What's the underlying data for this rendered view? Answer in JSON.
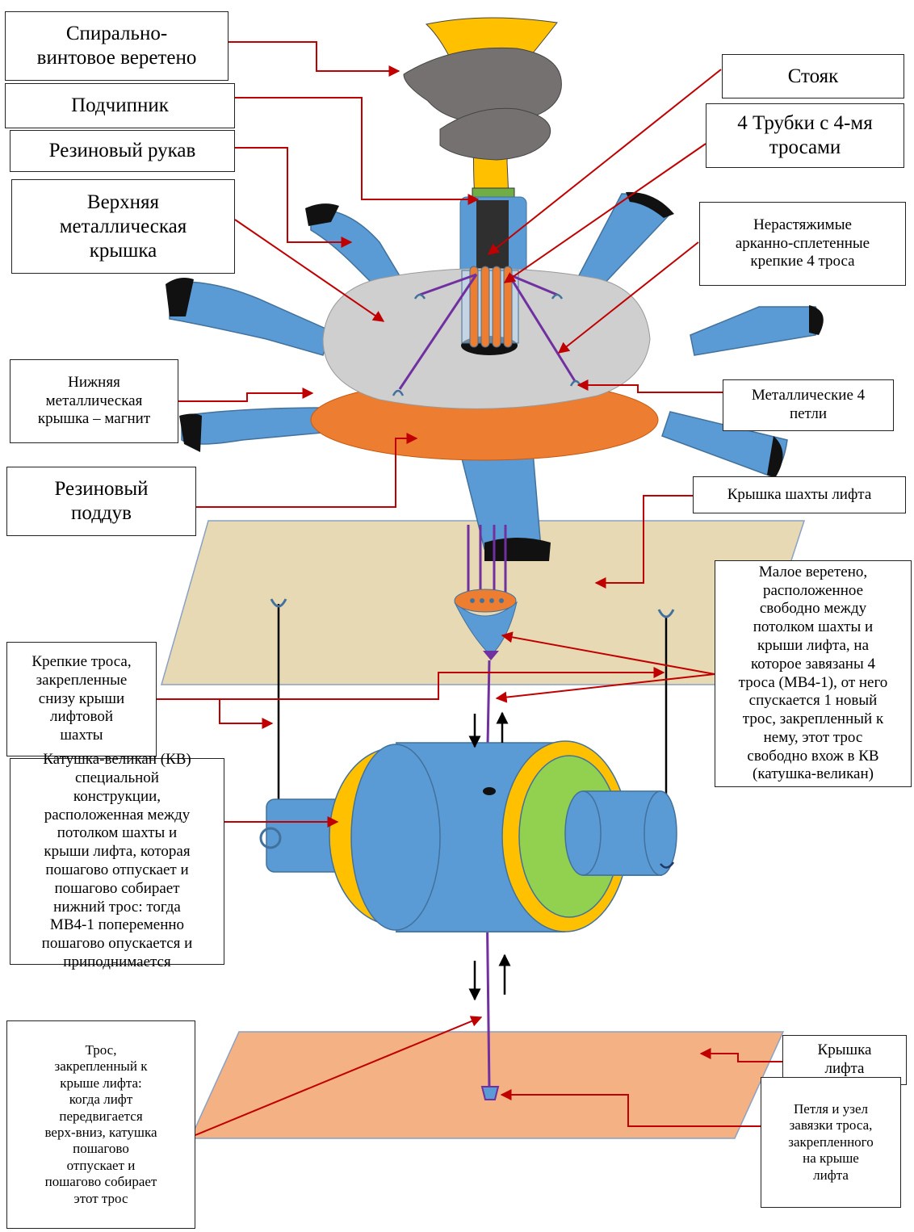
{
  "colors": {
    "annotation_arrow": "#c00000",
    "blue_part": "#5b9bd5",
    "orange_part": "#ed7d31",
    "yellow_part": "#ffc000",
    "green_part": "#92d050",
    "gray_part": "#767171",
    "purple_rope": "#7030a0",
    "lid_gray": "#d0cfcf",
    "shaft_cover": "#e8d9b5",
    "elevator_cover": "#f4b183"
  },
  "labels": {
    "spiral_spindle": "Спирально-\nвинтовое веретено",
    "bearing": "Подчипник",
    "rubber_sleeve": "Резиновый рукав",
    "upper_metal_lid": "Верхняя\nметаллическая\nкрышка",
    "riser": "Стояк",
    "tubes": "4 Трубки с 4-мя\nтросами",
    "ropes": "Нерастяжимые\nарканно-сплетенные\nкрепкие 4 троса",
    "lower_lid_magnet": "Нижняя\nметаллическая\nкрышка – магнит",
    "metal_loops": "Металлические 4\nпетли",
    "rubber_inflation": "Резиновый\nподдув",
    "shaft_cover": "Крышка шахты лифта",
    "strong_ropes": "Крепкие троса,\nзакрепленные\nснизу крыши\nлифтовой\nшахты",
    "small_spindle": "Малое веретено,\nрасположенное\nсвободно между\nпотолком шахты и\nкрыши лифта, на\nкоторое завязаны 4\nтроса (МВ4-1), от него\nспускается 1 новый\nтрос, закрепленный к\nнему, этот трос\nсвободно вхож в КВ\n(катушка-великан)",
    "giant_coil": "Катушка-великан (КВ)\nспециальной\nконструкции,\nрасположенная между\nпотолком шахты и\nкрыши лифта, которая\nпошагово отпускает и\nпошагово собирает\nнижний трос: тогда\nМВ4-1 попеременно\nпошагово опускается и\nприподнимается",
    "elevator_cover": "Крышка\nлифта",
    "rope_to_elevator": "Трос,\nзакрепленный к\nкрыше лифта:\nкогда лифт\nпередвигается\nверх-вниз, катушка\nпошагово\nотпускает и\nпошагово собирает\nэтот трос",
    "loop_knot": "Петля и узел\nзавязки троса,\nзакрепленного\nна крыше\nлифта"
  }
}
